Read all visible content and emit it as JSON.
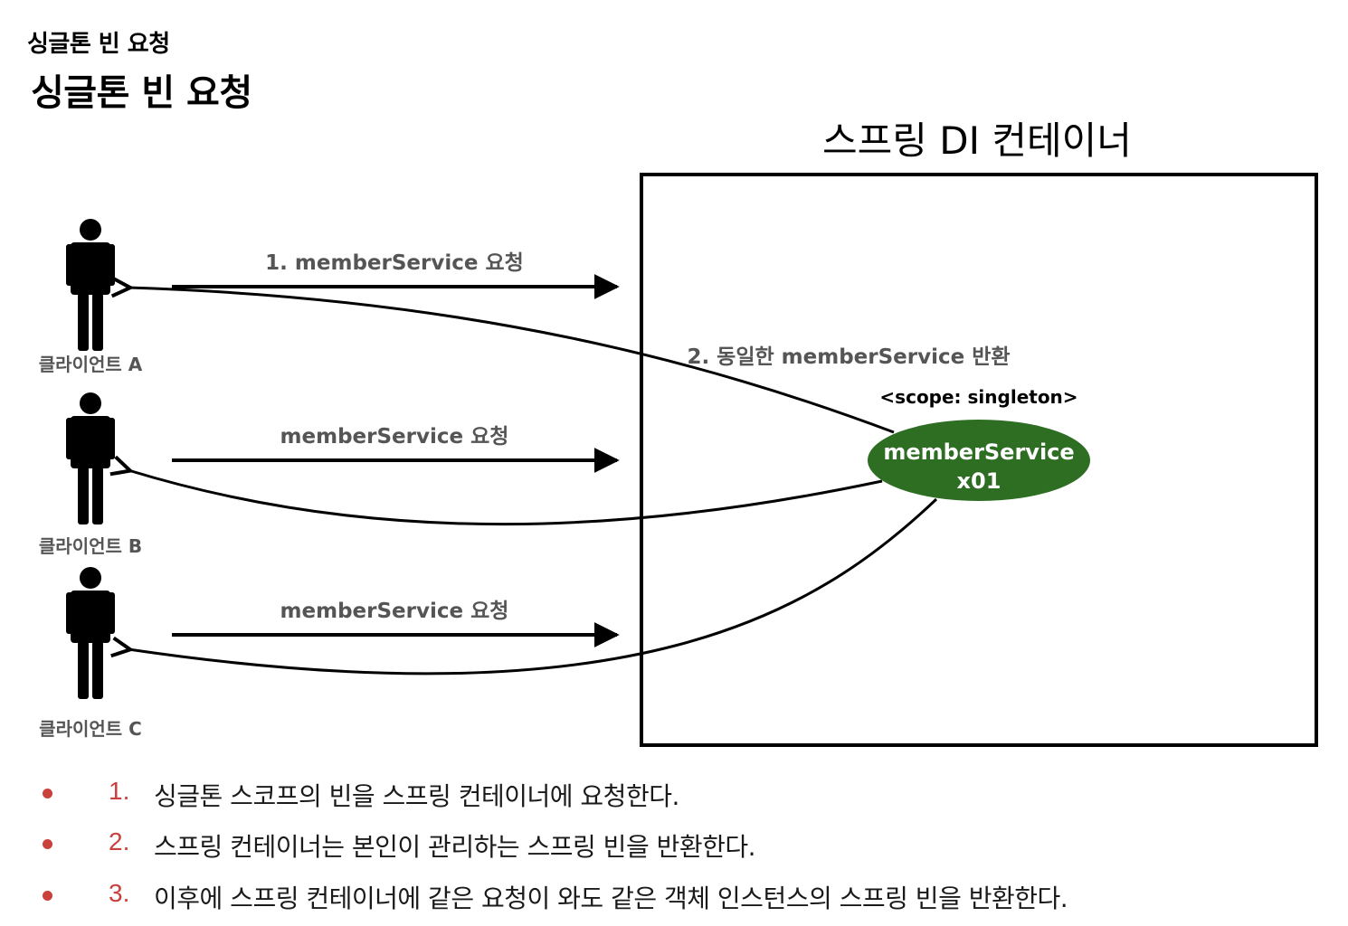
{
  "header": {
    "breadcrumb": "싱글톤 빈 요청",
    "title": "싱글톤 빈 요청"
  },
  "diagram": {
    "container_label": "스프링 DI 컨테이너",
    "clients": [
      {
        "label": "클라이언트 A",
        "request_label": "1. memberService 요청"
      },
      {
        "label": "클라이언트 B",
        "request_label": "memberService 요청"
      },
      {
        "label": "클라이언트 C",
        "request_label": "memberService 요청"
      }
    ],
    "return_label": "2. 동일한 memberService 반환",
    "scope_label": "<scope: singleton>",
    "bean": {
      "name": "memberService",
      "instance": "x01",
      "color": "#2e6e23"
    }
  },
  "bullets": [
    {
      "number": "1.",
      "text": "싱글톤 스코프의 빈을 스프링 컨테이너에 요청한다."
    },
    {
      "number": "2.",
      "text": "스프링 컨테이너는 본인이 관리하는 스프링 빈을 반환한다."
    },
    {
      "number": "3.",
      "text": "이후에 스프링 컨테이너에 같은 요청이 와도 같은 객체 인스턴스의 스프링 빈을 반환한다."
    }
  ],
  "colors": {
    "accent": "#c9403c",
    "bean_fill": "#2e6e23",
    "label_gray": "#555555"
  }
}
